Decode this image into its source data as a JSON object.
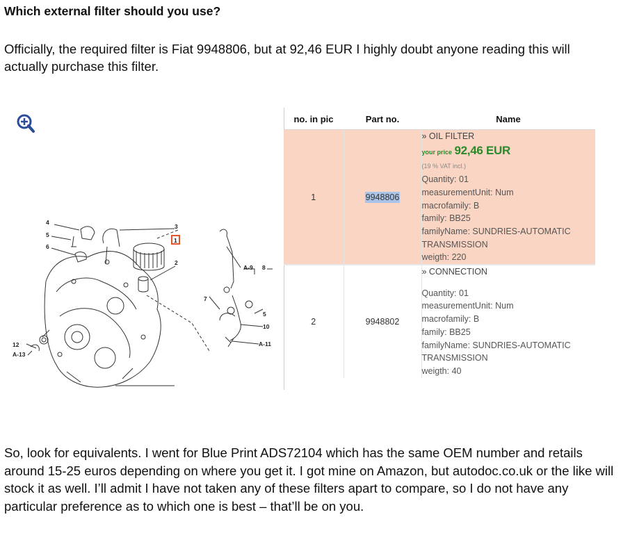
{
  "heading": "Which external filter should you use?",
  "intro": "Officially, the required filter is Fiat 9948806, but at 92,46 EUR I highly doubt anyone reading this will actually purchase this filter.",
  "figure": {
    "zoom_icon": "zoom-in-icon",
    "callouts": [
      "1",
      "3",
      "2",
      "4",
      "5",
      "6",
      "A-9",
      "8",
      "7",
      "5",
      "10",
      "A-11",
      "12",
      "A-13"
    ]
  },
  "table": {
    "headers": {
      "num": "no. in pic",
      "part": "Part no.",
      "name": "Name"
    },
    "rows": [
      {
        "num": "1",
        "part": "9948806",
        "title": "» OIL FILTER",
        "price_label": "your price",
        "price": "92,46 EUR",
        "vat": "(19 % VAT incl.)",
        "quantity": "Quantity: 01",
        "unit": "measurementUnit: Num",
        "macro": "macrofamily: B",
        "family": "family: BB25",
        "family_name_1": "familyName: SUNDRIES-AUTOMATIC",
        "family_name_2": "TRANSMISSION",
        "weight": "weigth: 220"
      },
      {
        "num": "2",
        "part": "9948802",
        "title": "» CONNECTION",
        "quantity": "Quantity: 01",
        "unit": "measurementUnit: Num",
        "macro": "macrofamily: B",
        "family": "family: BB25",
        "family_name_1": "familyName: SUNDRIES-AUTOMATIC",
        "family_name_2": "TRANSMISSION",
        "weight": "weigth: 40"
      }
    ]
  },
  "conclusion": "So, look for equivalents. I went for Blue Print ADS72104 which has the same OEM number and retails around 15-25 euros depending on where you get it. I got mine on Amazon, but autodoc.co.uk or the like will stock it as well. I’ll admit I have not taken any of these filters apart to compare, so I do not have any particular preference as to which one is best – that’ll be on you.",
  "colors": {
    "selected_row": "#fad5c3",
    "price_green": "#2a8a2a",
    "highlight": "#a9c4e8",
    "callout_box": "#e0552b"
  }
}
